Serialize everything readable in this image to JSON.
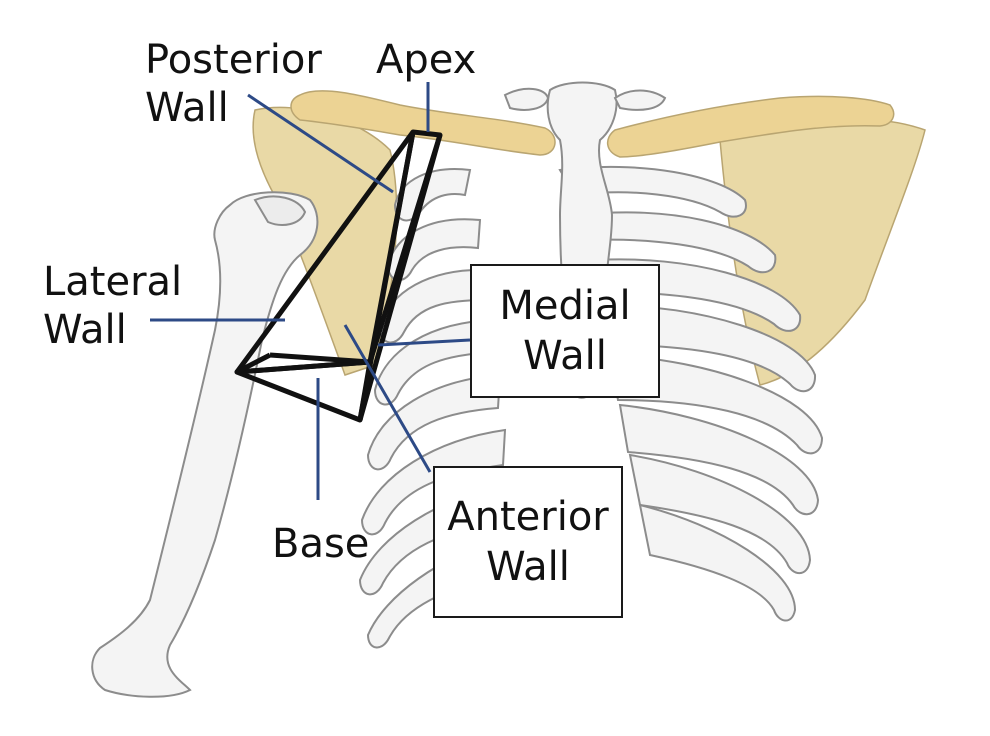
{
  "labels": {
    "posterior_wall": [
      "Posterior",
      "Wall"
    ],
    "apex": "Apex",
    "lateral_wall": [
      "Lateral",
      "Wall"
    ],
    "medial_wall": [
      "Medial",
      "Wall"
    ],
    "base": "Base",
    "anterior_wall": [
      "Anterior",
      "Wall"
    ]
  },
  "colors": {
    "bone_fill": "#f4f4f4",
    "bone_outline": "#8c8c8c",
    "scapula_fill": "#e9d9a6",
    "clavicle_fill": "#ecd394",
    "leader_line": "#2d4a86",
    "pyramid_outline": "#111111"
  }
}
